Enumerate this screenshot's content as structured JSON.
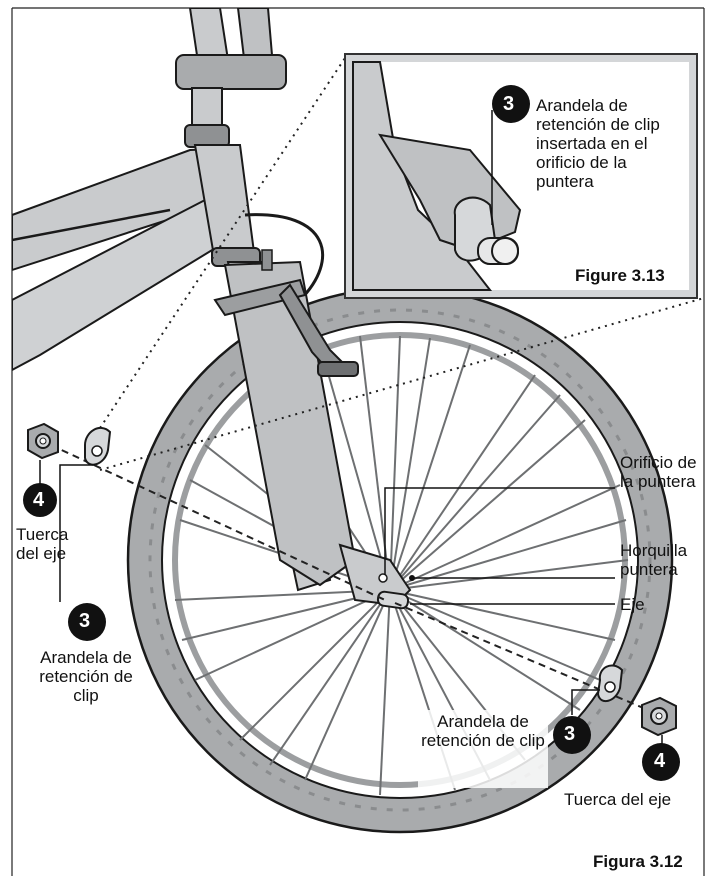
{
  "inset": {
    "badge": "3",
    "label": "Arandela de retención de clip insertada en el orificio de la puntera",
    "figure": "Figure 3.13"
  },
  "left": {
    "nut_badge": "4",
    "nut_label": "Tuerca del eje",
    "washer_badge": "3",
    "washer_label": "Arandela de retención de clip"
  },
  "right": {
    "hole_label": "Orificio de la puntera",
    "fork_label": "Horquilla puntera",
    "axle_label": "Eje",
    "washer_label": "Arandela de retención de clip",
    "washer_badge": "3",
    "nut_badge": "4",
    "nut_label": "Tuerca del eje"
  },
  "figure": "Figura 3.12",
  "colors": {
    "frame": "#c9cbcd",
    "frame_dark": "#9c9ea0",
    "tire": "#a9abad",
    "spoke": "#6e7072",
    "outline": "#1a1a1a",
    "badge": "#111111"
  }
}
